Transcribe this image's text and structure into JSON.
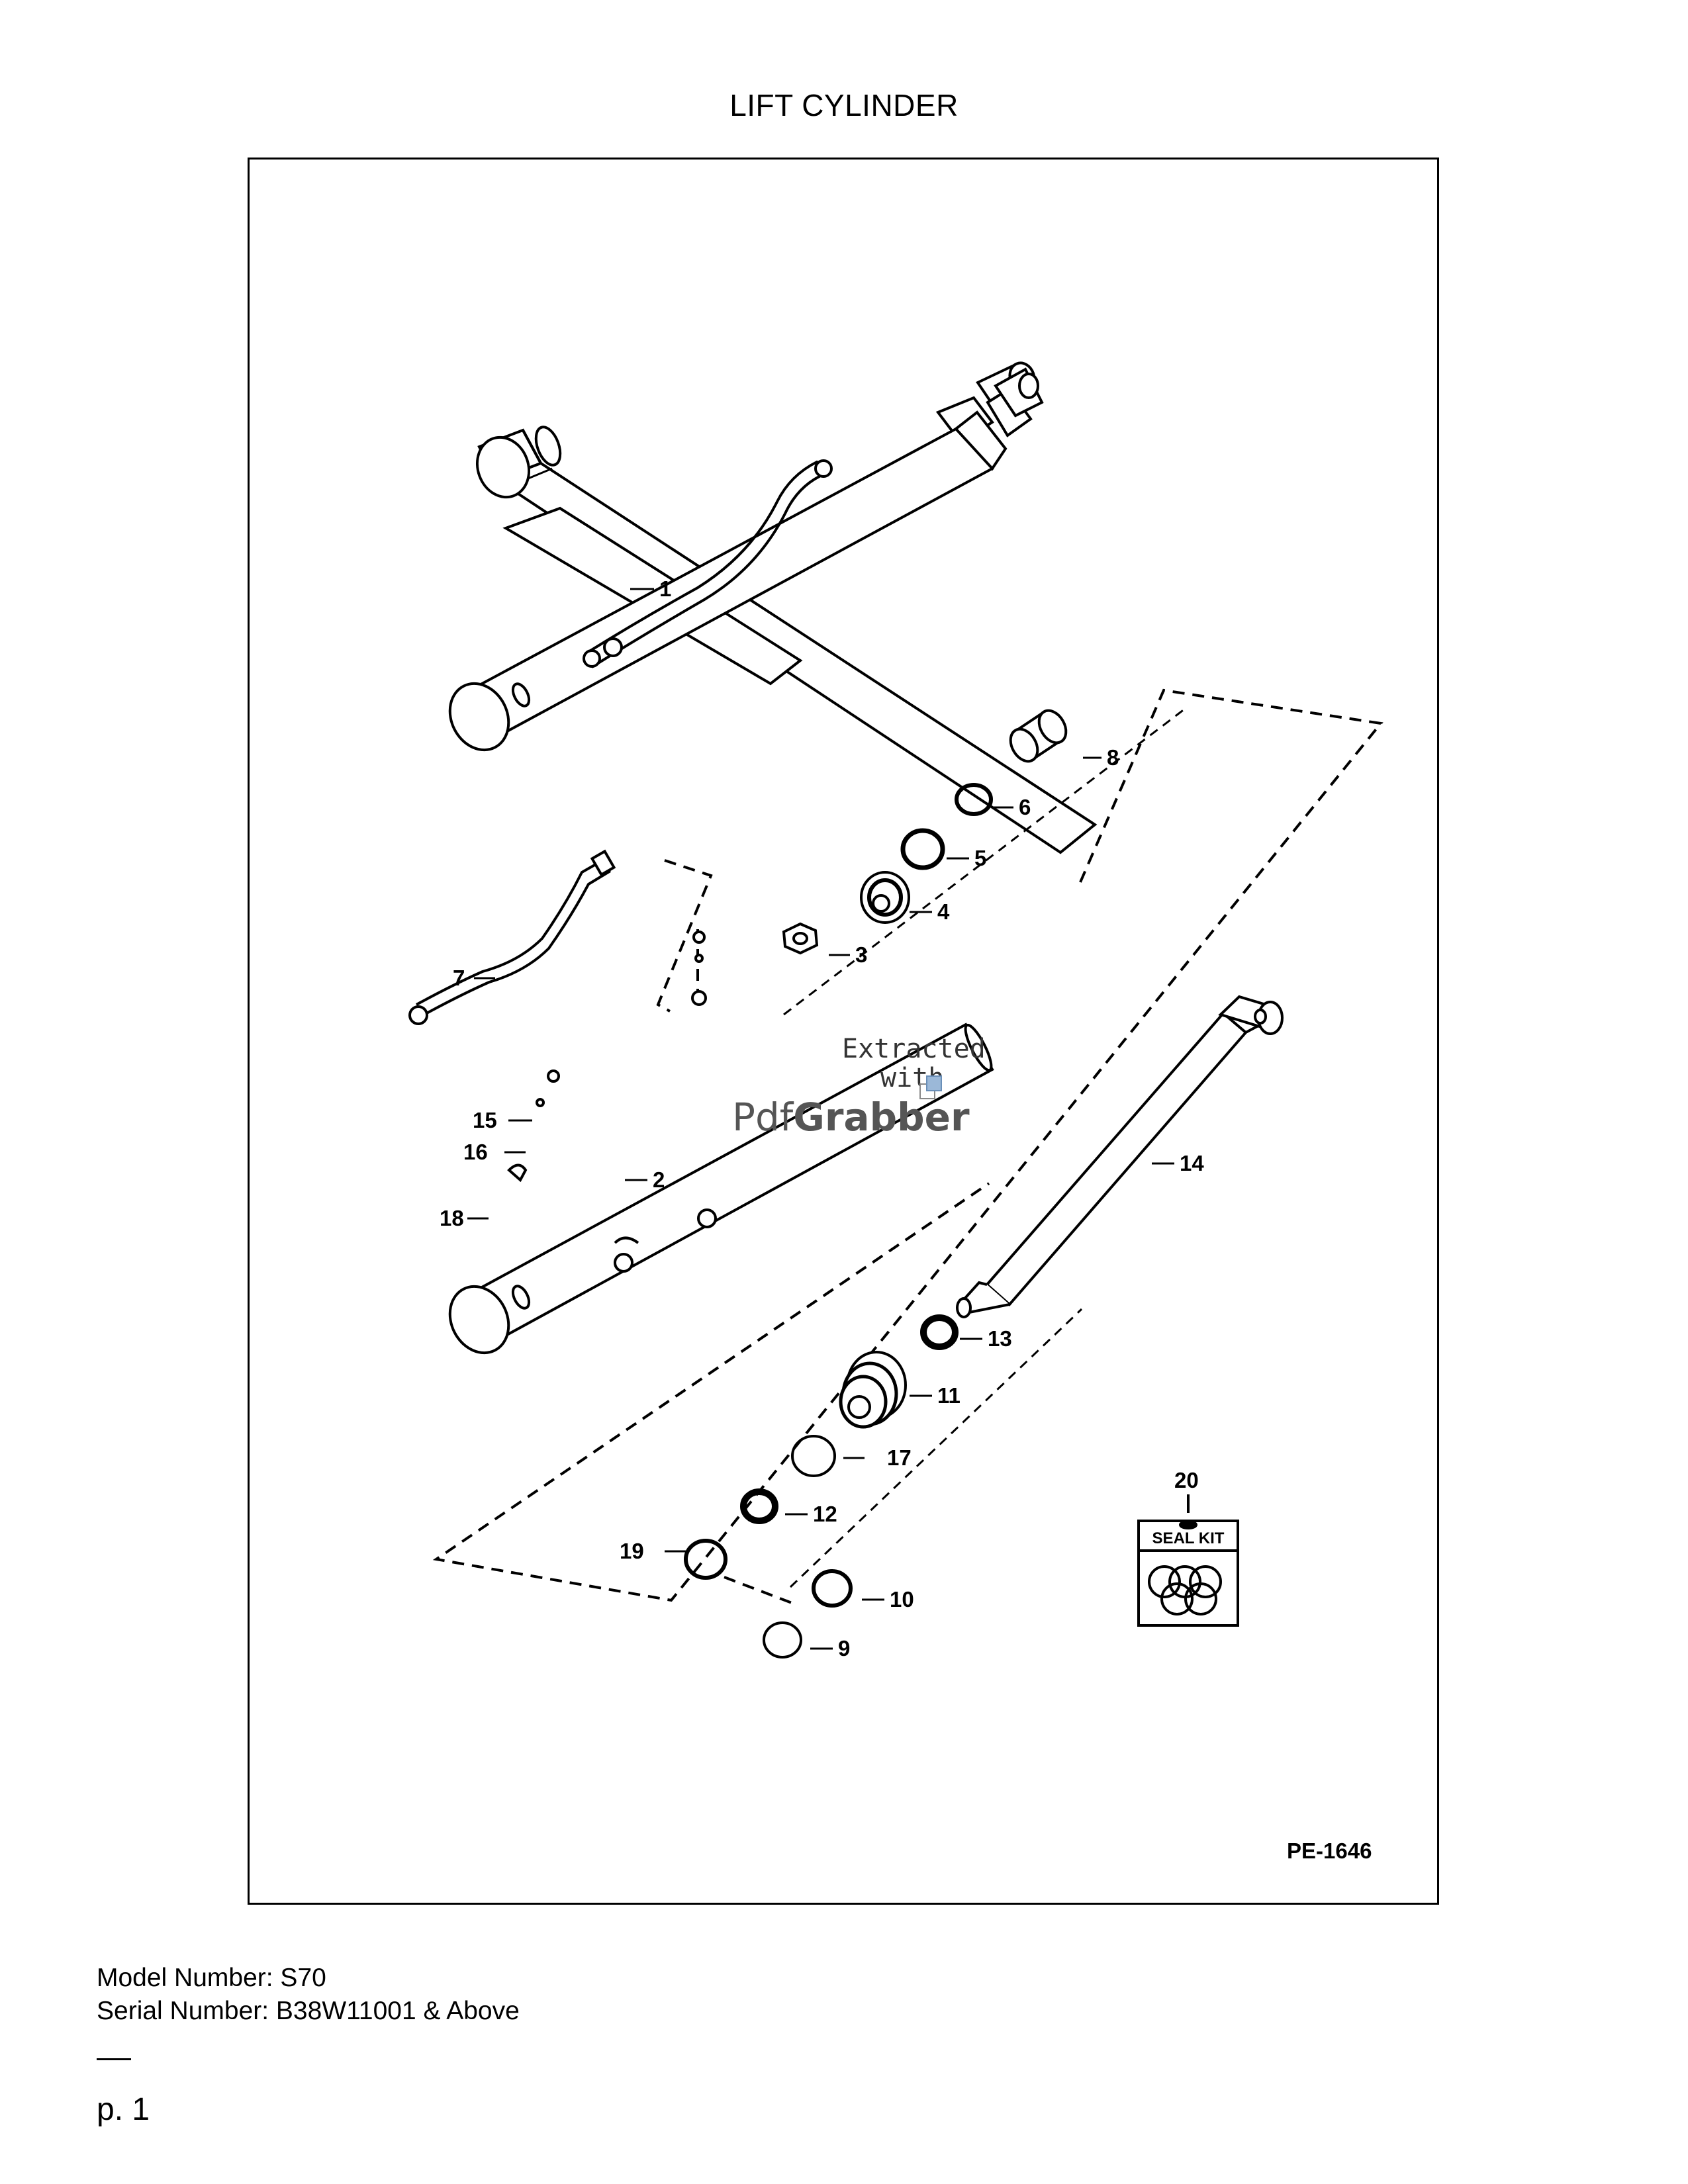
{
  "title": "LIFT CYLINDER",
  "figure_ref": "PE-1646",
  "seal_kit_label": "SEAL KIT",
  "callouts": [
    "1",
    "2",
    "3",
    "4",
    "5",
    "6",
    "7",
    "8",
    "9",
    "10",
    "11",
    "12",
    "13",
    "14",
    "15",
    "16",
    "17",
    "18",
    "19",
    "20"
  ],
  "watermark": {
    "line1": "Extracted",
    "line2": "with",
    "brand_a": "Pdf",
    "brand_b": "Grabber"
  },
  "model_line": "Model Number: S70",
  "serial_line": "Serial Number: B38W11001 & Above",
  "page_label": "p. 1"
}
